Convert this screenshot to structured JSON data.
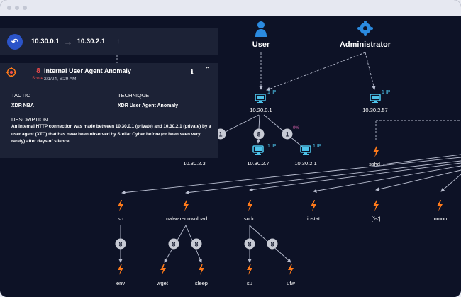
{
  "route": {
    "from": "10.30.0.1",
    "to": "10.30.2.1"
  },
  "alert": {
    "score": "8",
    "score_label": "Score",
    "title": "Internal User Agent Anomaly",
    "date": "2/1/24, 6:29 AM",
    "tactic_label": "TACTIC",
    "tactic_value": "XDR NBA",
    "technique_label": "TECHNIQUE",
    "technique_value": "XDR  User Agent Anomaly",
    "description_label": "DESCRIPTION",
    "description": "An internal HTTP connection was made between 10.30.0.1 (private) and 10.30.2.1 (private) by a user agent (XTC) that has neve been observed by Stellar Cyber before (or been seen very rarely) after days of silence."
  },
  "graph": {
    "users": [
      {
        "label": "User",
        "icon": "user-icon"
      },
      {
        "label": "Administrator",
        "icon": "administrator-icon"
      }
    ],
    "hosts": [
      {
        "ip": "10.20.0.1",
        "badge": "1 IP"
      },
      {
        "ip": "10.30.2.57",
        "badge": "1 IP"
      },
      {
        "ip": "10.30.2.7",
        "badge": "1 IP"
      },
      {
        "ip": "10.30.2.1",
        "badge": "1 IP"
      }
    ],
    "orphan_ip": "10.30.2.3",
    "edge_counts": {
      "left": "1",
      "mid": "8",
      "right": "1",
      "right_tag": "0%"
    },
    "processes_row1": [
      "sshd"
    ],
    "processes_row2": [
      "sh",
      "malwaredownload",
      "sudo",
      "iostat",
      "['is']",
      "nmon"
    ],
    "processes_row3": [
      "env",
      "wget",
      "sleep",
      "su",
      "ufw"
    ],
    "process_count": "8",
    "colors": {
      "accent": "#ff7a1a",
      "host": "#4dc3ea",
      "user": "#2b8be0",
      "alert": "#f04b4b"
    }
  }
}
